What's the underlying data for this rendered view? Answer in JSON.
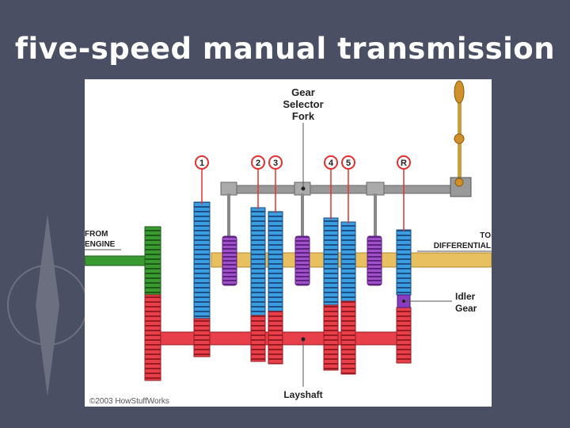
{
  "slide": {
    "title": "five-speed manual transmission"
  },
  "diagram": {
    "fork_label": [
      "Gear",
      "Selector",
      "Fork"
    ],
    "input_label": [
      "FROM",
      "ENGINE"
    ],
    "output_label": [
      "TO",
      "DIFFERENTIAL"
    ],
    "idler_label": [
      "Idler",
      "Gear"
    ],
    "layshaft_label": "Layshaft",
    "copyright": "©2003 HowStuffWorks",
    "gear_badges": [
      "1",
      "2",
      "3",
      "4",
      "5",
      "R"
    ],
    "colors": {
      "input_shaft": "#3a9a32",
      "output_gears": "#3a9ee0",
      "layshaft_gears": "#e8404a",
      "collars": "#a050c8",
      "idler": "#8a3cc0",
      "main_shaft": "#e8c060",
      "rods": "#888888",
      "badge": "#e53030"
    }
  }
}
